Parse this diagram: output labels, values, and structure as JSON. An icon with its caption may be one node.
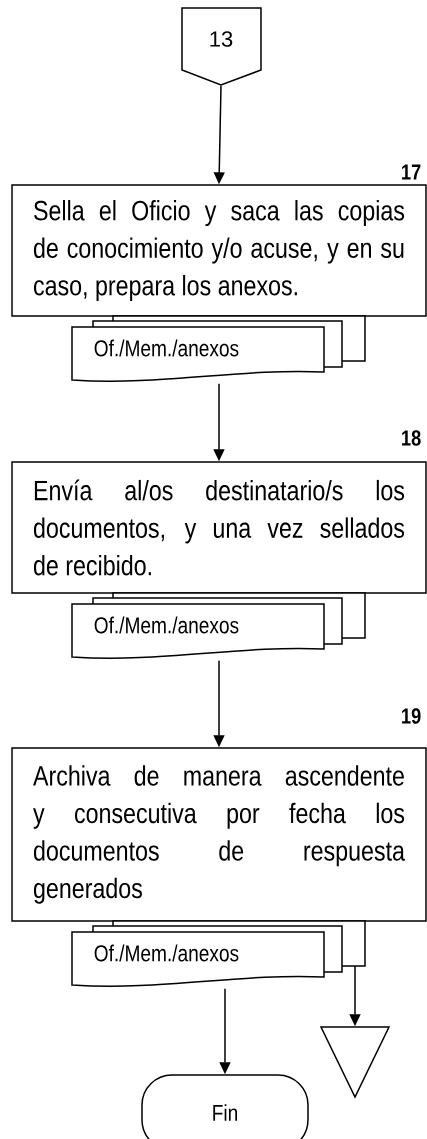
{
  "diagram": {
    "nodes": [
      {
        "text": [
          "13"
        ]
      },
      {
        "text": [
          "Sella el Oficio y saca las copias de conocimiento y/o acuse, y en su caso, prepara los anexos."
        ],
        "beside": [
          "17"
        ]
      },
      {
        "text": [
          "Of./Mem./anexos"
        ]
      },
      {
        "text": [
          "Envía al/os destinatario/s los documentos, y una vez sellados de recibido."
        ],
        "beside": [
          "18"
        ]
      },
      {
        "text": [
          "Of./Mem./anexos"
        ]
      },
      {
        "text": [
          "Archiva de manera ascendente y consecutiva por fecha los documentos de respuesta generados"
        ],
        "beside": [
          "19"
        ]
      },
      {
        "text": [
          "Of./Mem./anexos"
        ]
      },
      {
        "text": [],
        "shape": "triangle"
      },
      {
        "text": [
          "Fin"
        ]
      }
    ],
    "edges": [
      {
        "from": 0,
        "to": 1,
        "arrow": "to"
      },
      {
        "from": 2,
        "to": 3,
        "arrow": "to"
      },
      {
        "from": 4,
        "to": 5,
        "arrow": "to"
      },
      {
        "from": 6,
        "to": 8,
        "arrow": "to"
      },
      {
        "from": 6,
        "to": 7,
        "arrow": "to"
      }
    ]
  }
}
